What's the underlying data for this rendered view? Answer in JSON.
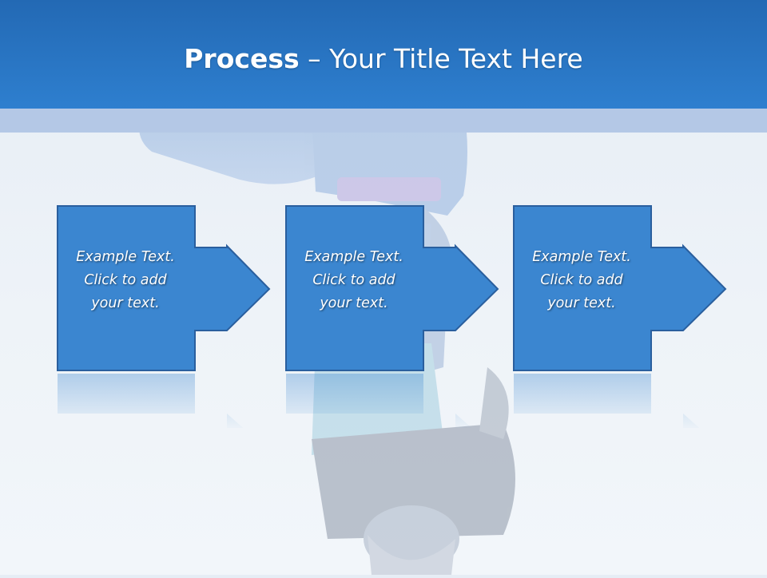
{
  "slide": {
    "title_bold": "Process",
    "title_rest": " – Your Title Text Here"
  },
  "steps": [
    {
      "line1": "Example Text.",
      "line2": "Click  to add",
      "line3": "your text."
    },
    {
      "line1": "Example Text.",
      "line2": "Click  to add",
      "line3": "your text."
    },
    {
      "line1": "Example Text.",
      "line2": "Click  to add",
      "line3": "your text."
    }
  ],
  "colors": {
    "header": "#2b79c8",
    "band": "#b4c8e6",
    "box_fill": "#3b86d0",
    "box_stroke": "#2a5f9e"
  },
  "background_image": "faded photo of an upside-down breakdancer in blue jeans"
}
